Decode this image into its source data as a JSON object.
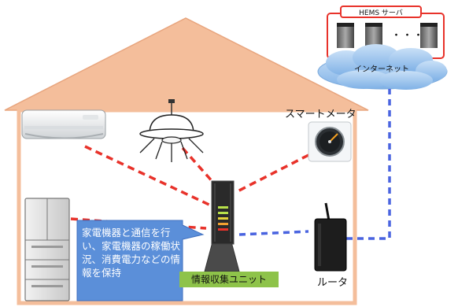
{
  "hems_server": {
    "label": "HEMS サーバ",
    "dots": "・・・"
  },
  "internet": {
    "label": "インターネット"
  },
  "smart_meter": {
    "label": "スマートメータ"
  },
  "router": {
    "label": "ルータ"
  },
  "collection_unit": {
    "label": "情報収集ユニット"
  },
  "callout": {
    "text": "家電機器と通信を行い、家電機器の稼働状況、消費電力などの情報を保持"
  },
  "colors": {
    "house": "#f4be9b",
    "house_outline": "#e8a57e",
    "wireless_link": "#e8322a",
    "wired_link": "#4a64e0",
    "callout_fill": "#5b8fd9",
    "unit_label_bg": "#8ec34a",
    "cloud": "#9dc6ee",
    "server_frame": "#e8322a"
  }
}
